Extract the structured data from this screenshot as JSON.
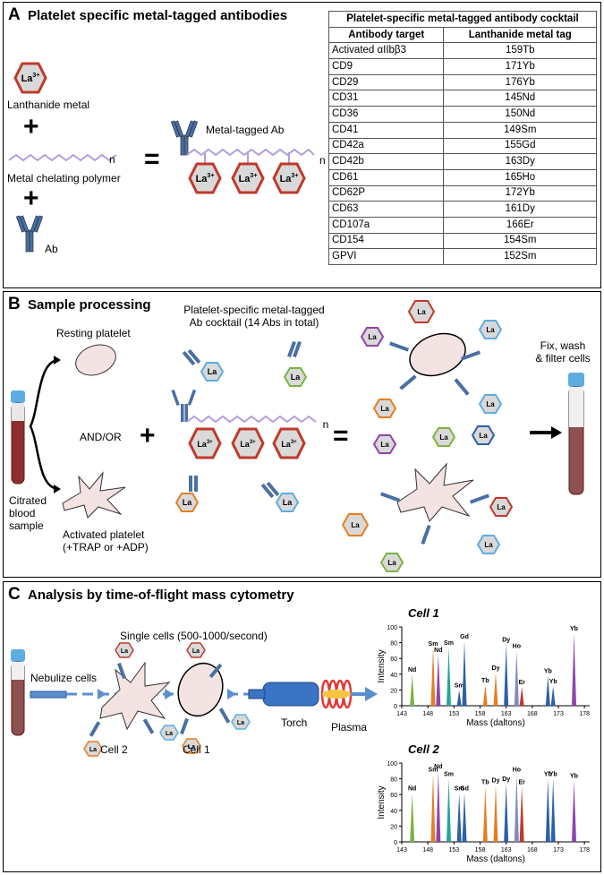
{
  "panelA": {
    "letter": "A",
    "title": "Platelet specific metal-tagged antibodies",
    "metal_ion": "La",
    "metal_charge": "3+",
    "lanthanide_label": "Lanthanide metal",
    "polymer_label": "Metal chelating polymer",
    "polymer_n": "n",
    "ab_label": "Ab",
    "metal_tagged_label": "Metal-tagged Ab",
    "plus": "+",
    "equals": "=",
    "table": {
      "title": "Platelet-specific metal-tagged antibody cocktail",
      "headers": [
        "Antibody target",
        "Lanthanide metal tag"
      ],
      "rows": [
        [
          "Activated αIIbβ3",
          "159Tb"
        ],
        [
          "CD9",
          "171Yb"
        ],
        [
          "CD29",
          "176Yb"
        ],
        [
          "CD31",
          "145Nd"
        ],
        [
          "CD36",
          "150Nd"
        ],
        [
          "CD41",
          "149Sm"
        ],
        [
          "CD42a",
          "155Gd"
        ],
        [
          "CD42b",
          "163Dy"
        ],
        [
          "CD61",
          "165Ho"
        ],
        [
          "CD62P",
          "172Yb"
        ],
        [
          "CD63",
          "161Dy"
        ],
        [
          "CD107a",
          "166Er"
        ],
        [
          "CD154",
          "154Sm"
        ],
        [
          "GPVI",
          "152Sm"
        ]
      ]
    }
  },
  "panelB": {
    "letter": "B",
    "title": "Sample processing",
    "resting": "Resting platelet",
    "andor": "AND/OR",
    "activated": "Activated platelet",
    "activated_sub": "(+TRAP or +ADP)",
    "citrated": [
      "Citrated",
      "blood",
      "sample"
    ],
    "cocktail": [
      "Platelet-specific metal-tagged",
      "Ab cocktail (14 Abs in total)"
    ],
    "fix": [
      "Fix, wash",
      "& filter cells"
    ],
    "plus": "+",
    "equals": "="
  },
  "panelC": {
    "letter": "C",
    "title": "Analysis by time-of-flight mass cytometry",
    "single_cells": "Single cells (500-1000/second)",
    "nebulize": "Nebulize cells",
    "cell2": "Cell 2",
    "cell1": "Cell 1",
    "torch": "Torch",
    "plasma": "Plasma"
  },
  "chart_data": [
    {
      "type": "bar",
      "title": "Cell 1",
      "xlabel": "Mass (daltons)",
      "ylabel": "Intensity",
      "xlim": [
        143,
        179
      ],
      "ylim": [
        0,
        100
      ],
      "xticks": [
        143,
        148,
        153,
        158,
        163,
        168,
        173,
        178
      ],
      "yticks": [
        0,
        20,
        40,
        60,
        80,
        100
      ],
      "peaks": [
        {
          "x": 145,
          "y": 40,
          "label": "Nd",
          "color": "#7cb342"
        },
        {
          "x": 149,
          "y": 73,
          "label": "Sm",
          "color": "#e67e22"
        },
        {
          "x": 150,
          "y": 65,
          "label": "Nd",
          "color": "#8e44ad"
        },
        {
          "x": 152,
          "y": 74,
          "label": "Sm",
          "color": "#26a69a"
        },
        {
          "x": 154,
          "y": 20,
          "label": "Sm",
          "color": "#2e5fa8"
        },
        {
          "x": 155,
          "y": 82,
          "label": "Gd",
          "color": "#2e5fa8"
        },
        {
          "x": 159,
          "y": 26,
          "label": "Tb",
          "color": "#e67e22"
        },
        {
          "x": 161,
          "y": 42,
          "label": "Dy",
          "color": "#e67e22"
        },
        {
          "x": 163,
          "y": 78,
          "label": "Dy",
          "color": "#2e5fa8"
        },
        {
          "x": 165,
          "y": 70,
          "label": "Ho",
          "color": "#7f8cbf"
        },
        {
          "x": 166,
          "y": 24,
          "label": "Er",
          "color": "#c0392b"
        },
        {
          "x": 171,
          "y": 38,
          "label": "Yb",
          "color": "#2e5fa8"
        },
        {
          "x": 172,
          "y": 25,
          "label": "Yb",
          "color": "#2e5fa8"
        },
        {
          "x": 176,
          "y": 92,
          "label": "Yb",
          "color": "#8e44ad"
        }
      ]
    },
    {
      "type": "bar",
      "title": "Cell 2",
      "xlabel": "Mass (daltons)",
      "ylabel": "Intensity",
      "xlim": [
        143,
        179
      ],
      "ylim": [
        0,
        100
      ],
      "xticks": [
        143,
        148,
        153,
        158,
        163,
        168,
        173,
        178
      ],
      "yticks": [
        0,
        20,
        40,
        60,
        80,
        100
      ],
      "peaks": [
        {
          "x": 145,
          "y": 62,
          "label": "Nd",
          "color": "#7cb342"
        },
        {
          "x": 149,
          "y": 86,
          "label": "Sm",
          "color": "#e67e22"
        },
        {
          "x": 150,
          "y": 90,
          "label": "Nd",
          "color": "#8e44ad"
        },
        {
          "x": 152,
          "y": 80,
          "label": "Sm",
          "color": "#26a69a"
        },
        {
          "x": 154,
          "y": 62,
          "label": "Sm",
          "color": "#2e5fa8"
        },
        {
          "x": 155,
          "y": 62,
          "label": "Gd",
          "color": "#2e5fa8"
        },
        {
          "x": 159,
          "y": 70,
          "label": "Tb",
          "color": "#e67e22"
        },
        {
          "x": 161,
          "y": 72,
          "label": "Dy",
          "color": "#e67e22"
        },
        {
          "x": 163,
          "y": 74,
          "label": "Dy",
          "color": "#2e5fa8"
        },
        {
          "x": 165,
          "y": 86,
          "label": "Ho",
          "color": "#7f8cbf"
        },
        {
          "x": 166,
          "y": 70,
          "label": "Er",
          "color": "#c0392b"
        },
        {
          "x": 171,
          "y": 80,
          "label": "Yb",
          "color": "#2e5fa8"
        },
        {
          "x": 172,
          "y": 80,
          "label": "Yb",
          "color": "#2e5fa8"
        },
        {
          "x": 176,
          "y": 78,
          "label": "Yb",
          "color": "#8e44ad"
        }
      ]
    }
  ]
}
